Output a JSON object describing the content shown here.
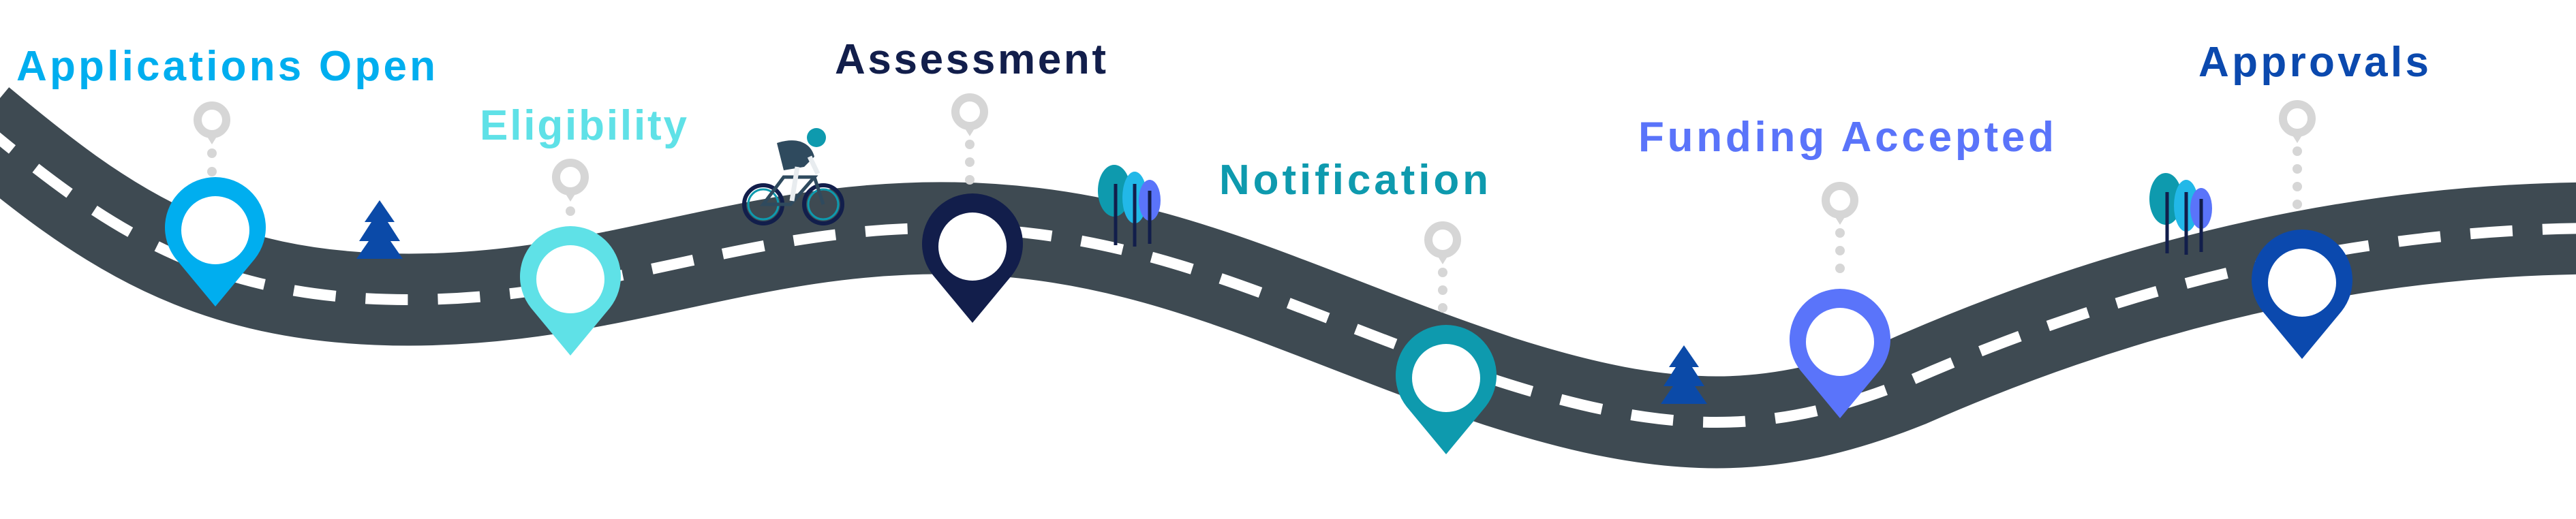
{
  "milestones": [
    {
      "label": "Applications Open",
      "color": "#00AEEF"
    },
    {
      "label": "Eligibility",
      "color": "#5FE1E7"
    },
    {
      "label": "Assessment",
      "color": "#121E4B"
    },
    {
      "label": "Notification",
      "color": "#0E9AAE"
    },
    {
      "label": "Funding Accepted",
      "color": "#5A74FA"
    },
    {
      "label": "Approvals",
      "color": "#0B49AE"
    }
  ],
  "colors": {
    "road": "#3E4A52",
    "marker_grey": "#D6D6D6",
    "pine": "#0B4AA8"
  },
  "icons": [
    "map-pin-icon",
    "pine-tree-icon",
    "tree-cluster-icon",
    "cyclist-icon"
  ]
}
